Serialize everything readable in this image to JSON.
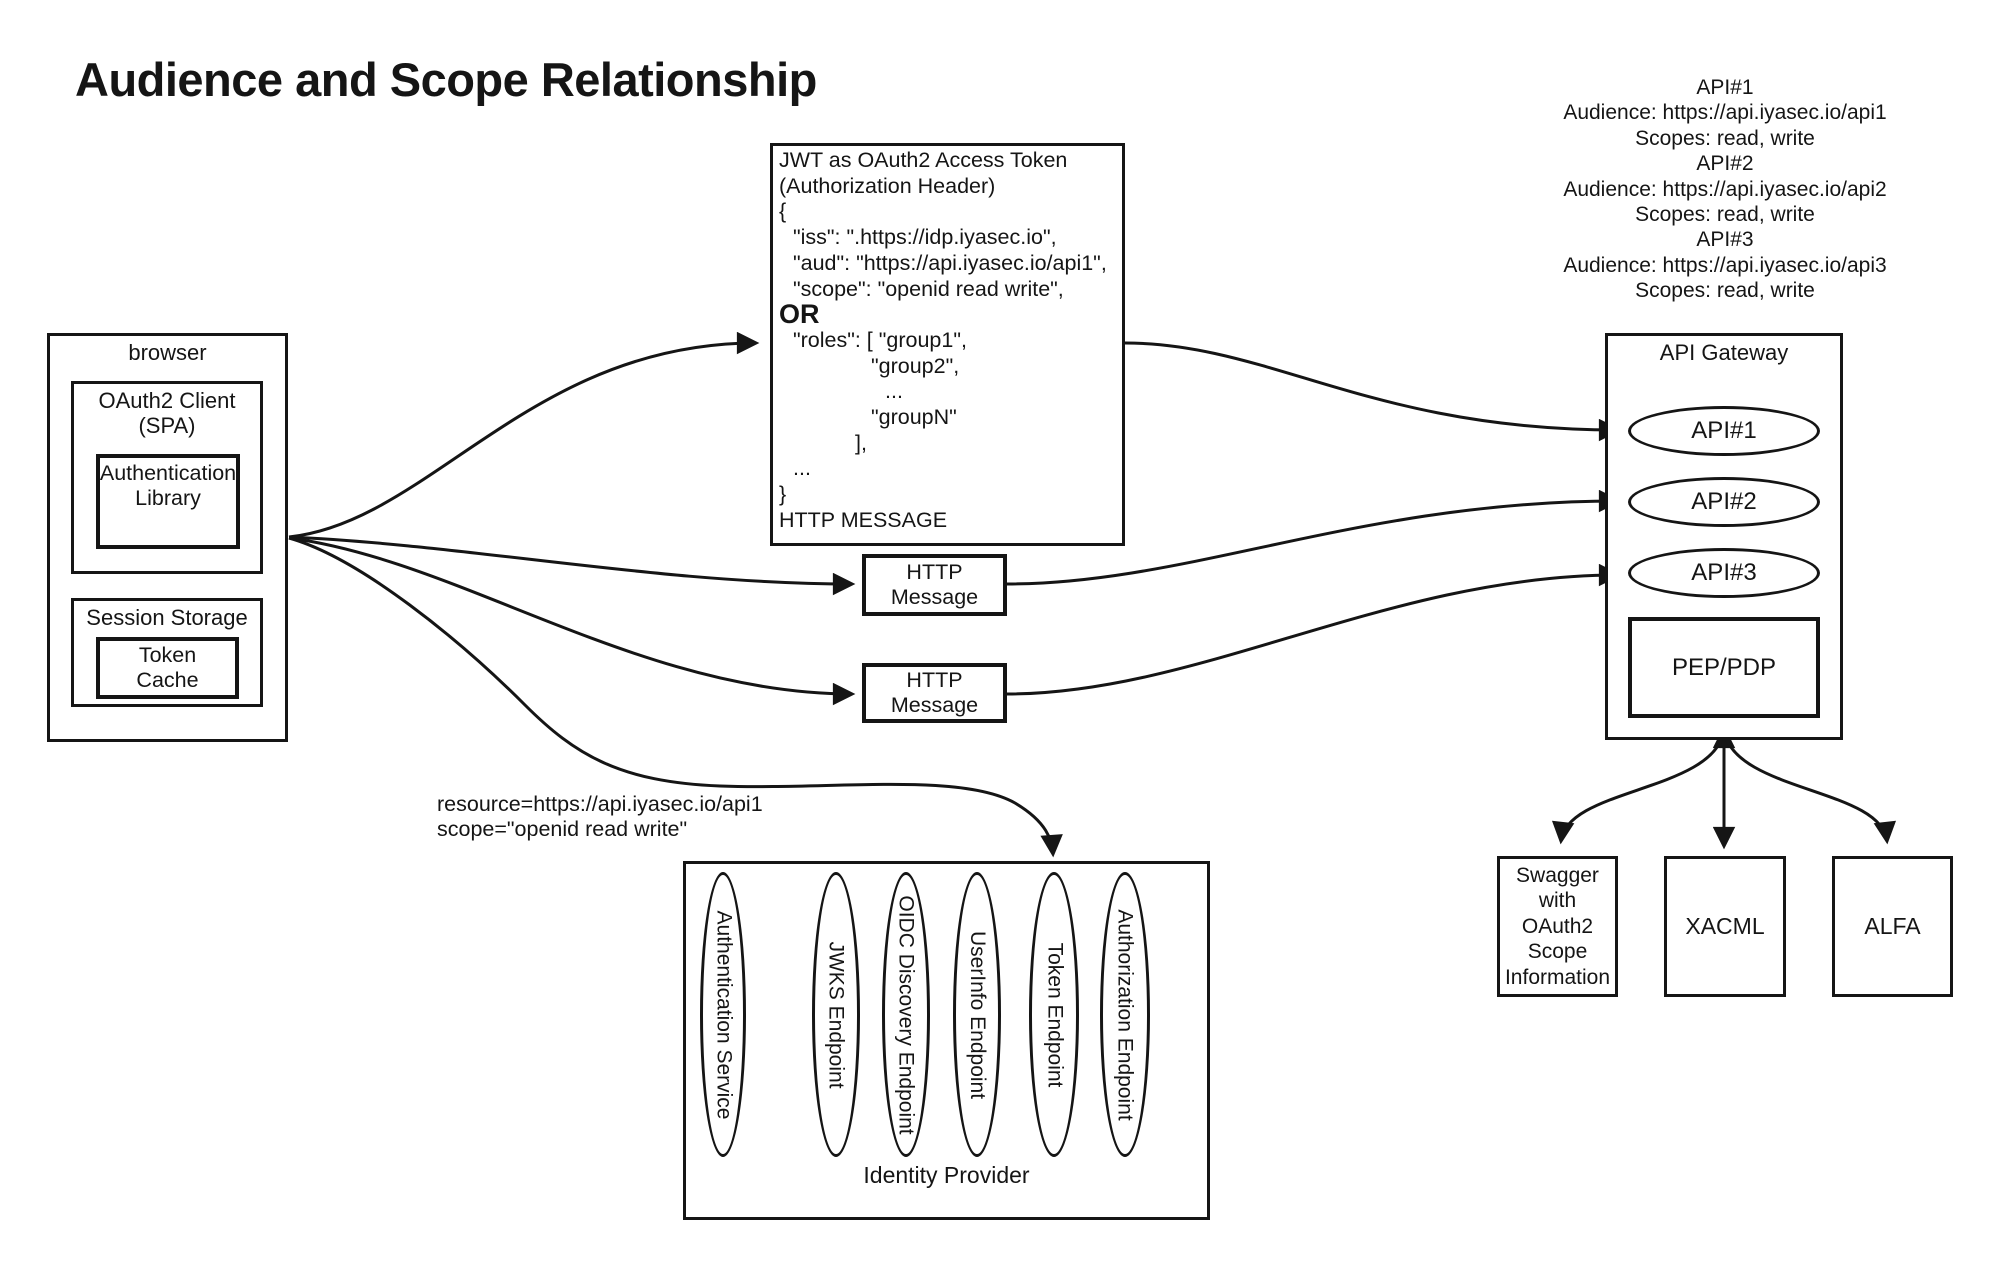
{
  "title": "Audience and Scope Relationship",
  "api_summary": {
    "items": [
      {
        "name": "API#1",
        "audience": "Audience: https://api.iyasec.io/api1",
        "scopes": "Scopes: read, write"
      },
      {
        "name": "API#2",
        "audience": "Audience: https://api.iyasec.io/api2",
        "scopes": "Scopes: read, write"
      },
      {
        "name": "API#3",
        "audience": "Audience: https://api.iyasec.io/api3",
        "scopes": "Scopes: read, write"
      }
    ]
  },
  "jwt": {
    "lines": [
      "JWT as OAuth2 Access Token",
      "(Authorization Header)",
      "{",
      "\"iss\": \".https://idp.iyasec.io\",",
      "\"aud\": \"https://api.iyasec.io/api1\",",
      "\"scope\": \"openid read write\",",
      "OR",
      "\"roles\": [ \"group1\",",
      "\"group2\",",
      "...",
      "\"groupN\"",
      "],",
      "...",
      "}",
      "HTTP MESSAGE"
    ]
  },
  "browser": {
    "label": "browser",
    "oauth_client": {
      "label": "OAuth2 Client\n(SPA)"
    },
    "auth_library": {
      "label": "Authentication\nLibrary"
    },
    "session_storage": {
      "label": "Session Storage"
    },
    "token_cache": {
      "label": "Token\nCache"
    }
  },
  "http_messages": {
    "first": "HTTP\nMessage",
    "second": "HTTP\nMessage"
  },
  "annotation": {
    "resource_scope": "resource=https://api.iyasec.io/api1\nscope=\"openid read write\""
  },
  "gateway": {
    "label": "API Gateway",
    "apis": [
      "API#1",
      "API#2",
      "API#3"
    ],
    "pep_pdp": "PEP/PDP"
  },
  "policy": {
    "swagger": "Swagger\nwith\nOAuth2\nScope\nInformation",
    "xacml": "XACML",
    "alfa": "ALFA"
  },
  "identity_provider": {
    "label": "Identity Provider",
    "endpoints": [
      "Authentication Service",
      "JWKS Endpoint",
      "OIDC Discovery Endpoint",
      "UserInfo Endpoint",
      "Token Endpoint",
      "Authorization Endpoint"
    ]
  },
  "colors": {
    "line": "#151515",
    "background": "#ffffff"
  }
}
